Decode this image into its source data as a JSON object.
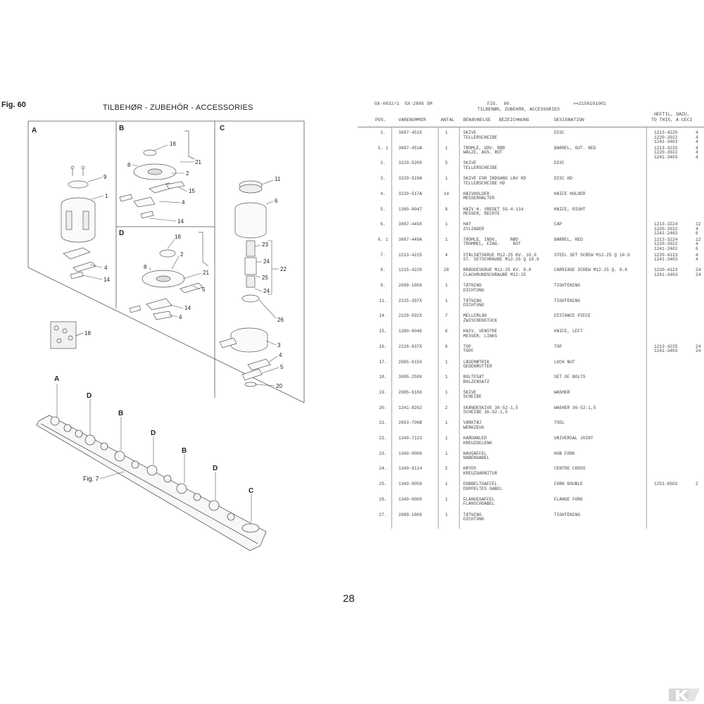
{
  "figure_label": "Fig. 60",
  "page_title": "TILBEHØR - ZUBEHÖR - ACCESSORIES",
  "diagram": {
    "sections": [
      "A",
      "B",
      "C",
      "D"
    ],
    "callouts": {
      "A": [
        "9",
        "1",
        "4",
        "14",
        "18"
      ],
      "B": [
        "16",
        "8",
        "21",
        "2",
        "15",
        "4",
        "14"
      ],
      "D": [
        "16",
        "2",
        "8",
        "21",
        "5",
        "14",
        "4"
      ],
      "C": [
        "11",
        "6",
        "23",
        "24",
        "25",
        "24",
        "22",
        "26",
        "3",
        "4",
        "5",
        "20"
      ]
    },
    "bar_markers": [
      "A",
      "D",
      "B",
      "D",
      "B",
      "D",
      "C"
    ],
    "fig_ref": "Fig. 7"
  },
  "list": {
    "ref": "GX-0032/1  GX-2805 SM",
    "fig": "FIG.  60.",
    "serial_ref": ">=2150101001",
    "subtitle": "TILBEHØR, ZUBEHÖR, ACCESSORIES",
    "columns": {
      "pos": "POS.",
      "part_no": "VARENUMMER",
      "qty": "ANTAL",
      "desc": "BENÆVNELSE   BEZEICHNUNG",
      "designation": "DESIGNATION",
      "valid_line1": "HEFTIL, DAZU,",
      "valid_line2": "TO THIS, A CECI"
    },
    "rows": [
      {
        "pos": "1.",
        "part": "3087-451X",
        "qty": "1",
        "d1": "SKIVE",
        "d2": "TELLERSCHEIBE",
        "en": "DISC",
        "s1": "1213-4225",
        "s2": "1220-3922",
        "s3": "1241-3403",
        "c1": "4",
        "c2": "4",
        "c3": "4"
      },
      {
        "pos": "1. 1",
        "part": "3087-451A",
        "qty": "1",
        "d1": "TROMLE, UDV. RØD",
        "d2": "WALZE, AUS. ROT",
        "en": "BARREL, OUT. RED",
        "s1": "1213-4225",
        "s2": "1220-3922",
        "s3": "1241-3403",
        "c1": "4",
        "c2": "4",
        "c3": "4"
      },
      {
        "pos": "2.",
        "part": "3229-520X",
        "qty": "5",
        "d1": "SKIVE",
        "d2": "TELLERSCHEIBE",
        "en": "DISC",
        "s1": "",
        "s2": "",
        "s3": "",
        "c1": "",
        "c2": "",
        "c3": ""
      },
      {
        "pos": "3.",
        "part": "3229-519A",
        "qty": "1",
        "d1": "SKIVE FOR INDGANG LAV HD",
        "d2": "TELLERSCHEIBE HD",
        "en": "DISC HD",
        "s1": "",
        "s2": "",
        "s3": "",
        "c1": "",
        "c2": "",
        "c3": ""
      },
      {
        "pos": "4.",
        "part": "3229-517A",
        "qty": "14",
        "d1": "KNIVHOLDER",
        "d2": "MESSERHALTER",
        "en": "KNIFE HOLDER",
        "s1": "",
        "s2": "",
        "s3": "",
        "c1": "",
        "c2": "",
        "c3": ""
      },
      {
        "pos": "5.",
        "part": "1380-0047",
        "qty": "8",
        "d1": "KNIV H. VREDET 55-4-134",
        "d2": "MESSER, RECHTE",
        "en": "KNIFE, RIGHT",
        "s1": "",
        "s2": "",
        "s3": "",
        "c1": "",
        "c2": "",
        "c3": ""
      },
      {
        "pos": "6.",
        "part": "3087-449X",
        "qty": "1",
        "d1": "HAT",
        "d2": "ZYLINDER",
        "en": "CAP",
        "s1": "1213-3224",
        "s2": "1220-3922",
        "s3": "1241-2402",
        "c1": "12",
        "c2": "4",
        "c3": "6"
      },
      {
        "pos": "6. 1",
        "part": "3087-449A",
        "qty": "1",
        "d1": "TROMLE, INDG.     RØD",
        "d2": "TROMMEL, EING.     ROT",
        "en": "BARREL, RED",
        "s1": "1213-3224",
        "s2": "1220-3922",
        "s3": "1241-2402",
        "c1": "12",
        "c2": "4",
        "c3": "6"
      },
      {
        "pos": "7.",
        "part": "1213-4225",
        "qty": "4",
        "d1": "STÅLSÆTSKRUE M12-25 KV. 10.9",
        "d2": "ST. SETSCHRAUBE M12-25 Q 10.9",
        "en": "STEEL SET SCREW M12-25 Q 10.9",
        "s1": "1220-4123",
        "s2": "1241-3403",
        "s3": "",
        "c1": "4",
        "c2": "4",
        "c3": ""
      },
      {
        "pos": "8.",
        "part": "1215-4220",
        "qty": "28",
        "d1": "BRÆDDESKRUE M12-25 KV. 8.8",
        "d2": "FLACHRUNDSCHRAUBE M12-25",
        "en": "CARRIAGE SCREW M12-25 Q. 8.8",
        "s1": "1220-4123",
        "s2": "1241-3403",
        "s3": "",
        "c1": "24",
        "c2": "24",
        "c3": ""
      },
      {
        "pos": "9.",
        "part": "2089-180X",
        "qty": "1",
        "d1": "TÆTNING",
        "d2": "DICHTUNG",
        "en": "TIGHTENING",
        "s1": "",
        "s2": "",
        "s3": "",
        "c1": "",
        "c2": "",
        "c3": ""
      },
      {
        "pos": "11.",
        "part": "2225-397X",
        "qty": "1",
        "d1": "TÆTNING",
        "d2": "DICHTUNG",
        "en": "TIGHTENING",
        "s1": "",
        "s2": "",
        "s3": "",
        "c1": "",
        "c2": "",
        "c3": ""
      },
      {
        "pos": "14.",
        "part": "2228-592X",
        "qty": "7",
        "d1": "MELLEMLÆG",
        "d2": "ZWISCHENSTUCK",
        "en": "DISTANCE PIECE",
        "s1": "",
        "s2": "",
        "s3": "",
        "c1": "",
        "c2": "",
        "c3": ""
      },
      {
        "pos": "15.",
        "part": "1380-0046",
        "qty": "6",
        "d1": "KNIV, VENSTRE",
        "d2": "MESSER, LINKS",
        "en": "KNIFE, LEFT",
        "s1": "",
        "s2": "",
        "s3": "",
        "c1": "",
        "c2": "",
        "c3": ""
      },
      {
        "pos": "16.",
        "part": "2228-637X",
        "qty": "6",
        "d1": "TOP",
        "d2": "TOPF",
        "en": "TOP",
        "s1": "1213-4225",
        "s2": "1241-3403",
        "s3": "",
        "c1": "24",
        "c2": "24",
        "c3": ""
      },
      {
        "pos": "17.",
        "part": "2085-615X",
        "qty": "1",
        "d1": "LÅSEMØTRIK",
        "d2": "GEGENMUTTER",
        "en": "LOCK NUT",
        "s1": "",
        "s2": "",
        "s3": "",
        "c1": "",
        "c2": "",
        "c3": ""
      },
      {
        "pos": "18.",
        "part": "3085-259X",
        "qty": "1",
        "d1": "BOLTESÆT",
        "d2": "BOLZENSATZ",
        "en": "SET OF BOLTS",
        "s1": "",
        "s2": "",
        "s3": "",
        "c1": "",
        "c2": "",
        "c3": ""
      },
      {
        "pos": "19.",
        "part": "2085-616X",
        "qty": "1",
        "d1": "SKIVE",
        "d2": "SCHEIBE",
        "en": "WASHER",
        "s1": "",
        "s2": "",
        "s3": "",
        "c1": "",
        "c2": "",
        "c3": ""
      },
      {
        "pos": "20.",
        "part": "1241-8202",
        "qty": "2",
        "d1": "SKÆNDESKIVE 36-52-1,5",
        "d2": "SCHEIBE 36-52-1,5",
        "en": "WASHER 36-52-1,5",
        "s1": "",
        "s2": "",
        "s3": "",
        "c1": "",
        "c2": "",
        "c3": ""
      },
      {
        "pos": "21.",
        "part": "2083-706B",
        "qty": "1",
        "d1": "VÆRKTØJ",
        "d2": "WERKZEUG",
        "en": "TOOL",
        "s1": "",
        "s2": "",
        "s3": "",
        "c1": "",
        "c2": "",
        "c3": ""
      },
      {
        "pos": "22.",
        "part": "1340-7123",
        "qty": "1",
        "d1": "KARDANLED",
        "d2": "KREUZGELENK",
        "en": "UNIVERSAL JOINT",
        "s1": "",
        "s2": "",
        "s3": "",
        "c1": "",
        "c2": "",
        "c3": ""
      },
      {
        "pos": "23.",
        "part": "1340-9006",
        "qty": "1",
        "d1": "NAVGAFFEL",
        "d2": "NABENGABEL",
        "en": "HUB FORK",
        "s1": "",
        "s2": "",
        "s3": "",
        "c1": "",
        "c2": "",
        "c3": ""
      },
      {
        "pos": "24.",
        "part": "1340-9114",
        "qty": "2",
        "d1": "KRYDS",
        "d2": "KREUZGARNITUR",
        "en": "CENTRE CROSS",
        "s1": "",
        "s2": "",
        "s3": "",
        "c1": "",
        "c2": "",
        "c3": ""
      },
      {
        "pos": "25.",
        "part": "1340-9059",
        "qty": "1",
        "d1": "DOBBELTGAFFEL",
        "d2": "DOPPELTES GABEL",
        "en": "FORK DOUBLE",
        "s1": "1251-6502",
        "s2": "",
        "s3": "",
        "c1": "2",
        "c2": "",
        "c3": ""
      },
      {
        "pos": "26.",
        "part": "1340-9005",
        "qty": "1",
        "d1": "FLANGEGAFFEL",
        "d2": "FLANSCHGABEL",
        "en": "FLANGE FORK",
        "s1": "",
        "s2": "",
        "s3": "",
        "c1": "",
        "c2": "",
        "c3": ""
      },
      {
        "pos": "27.",
        "part": "2089-180X",
        "qty": "1",
        "d1": "TÆTNING",
        "d2": "DICHTUNG",
        "en": "TIGHTENING",
        "s1": "",
        "s2": "",
        "s3": "",
        "c1": "",
        "c2": "",
        "c3": ""
      }
    ]
  },
  "page_number": "28",
  "colors": {
    "ink": "#222222",
    "rule": "#888888",
    "diagram_line": "#555555",
    "brand": "#cfcfcf"
  },
  "icons": {
    "brand": "brand-k-logo-icon"
  }
}
